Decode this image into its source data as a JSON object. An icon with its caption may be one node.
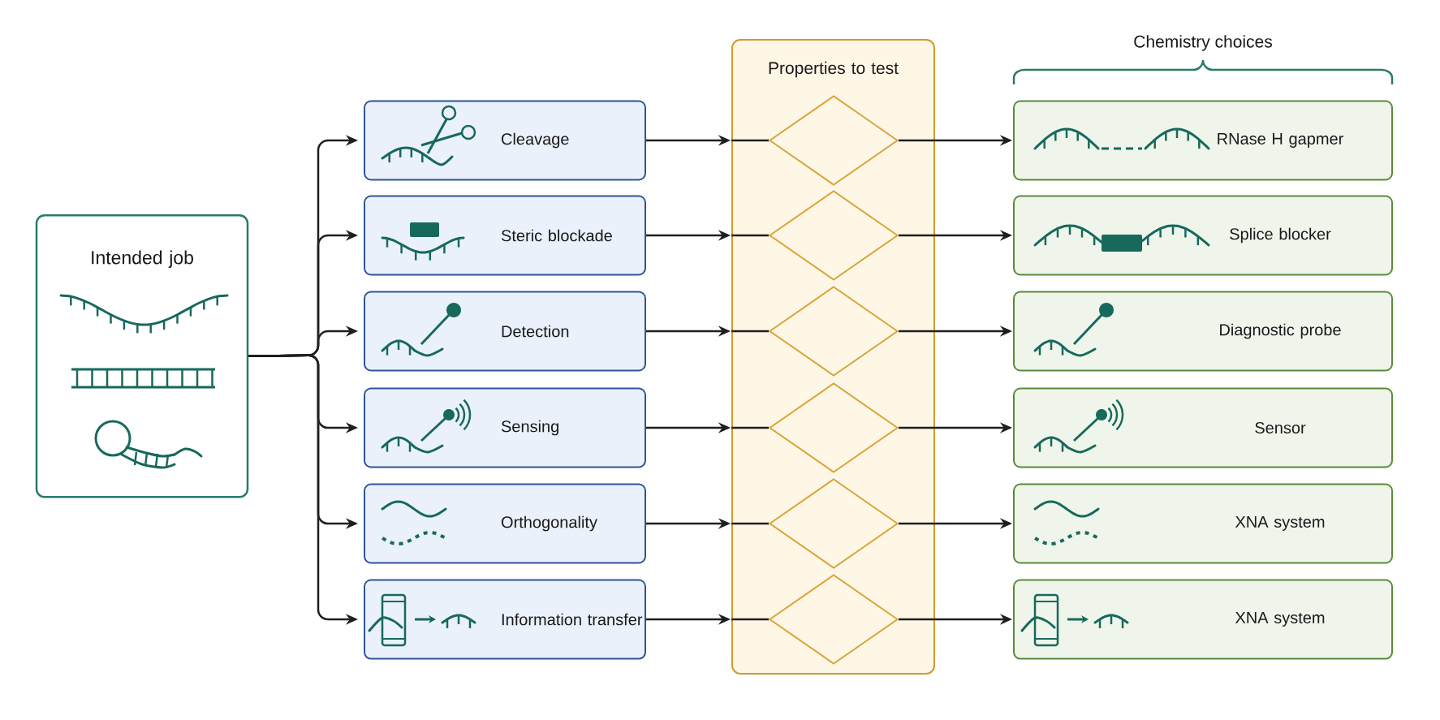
{
  "diagram": {
    "nodes": [
      {
        "text": [
          "Intended job"
        ]
      },
      {
        "text": [
          "Cleavage"
        ]
      },
      {
        "text": [
          "Steric blockade"
        ]
      },
      {
        "text": [
          "Detection"
        ]
      },
      {
        "text": [
          "Sensing"
        ]
      },
      {
        "text": [
          "Orthogonality"
        ]
      },
      {
        "text": [
          "Information transfer"
        ]
      },
      {
        "text": [
          "Properties to test"
        ]
      },
      {
        "text": [],
        "shape": "diamond",
        "in": 7
      },
      {
        "text": [],
        "shape": "diamond",
        "in": 7
      },
      {
        "text": [],
        "shape": "diamond",
        "in": 7
      },
      {
        "text": [],
        "shape": "diamond",
        "in": 7
      },
      {
        "text": [],
        "shape": "diamond",
        "in": 7
      },
      {
        "text": [],
        "shape": "diamond",
        "in": 7
      },
      {
        "text": [
          "RNase H gapmer"
        ]
      },
      {
        "text": [
          "Splice blocker"
        ]
      },
      {
        "text": [
          "Diagnostic probe"
        ]
      },
      {
        "text": [
          "Sensor"
        ]
      },
      {
        "text": [
          "XNA system"
        ]
      },
      {
        "text": [
          "XNA system"
        ]
      }
    ],
    "edges": [
      {
        "from": 0,
        "to": 1,
        "arrow": "to"
      },
      {
        "from": 0,
        "to": 2,
        "arrow": "to"
      },
      {
        "from": 0,
        "to": 3,
        "arrow": "to"
      },
      {
        "from": 0,
        "to": 4,
        "arrow": "to"
      },
      {
        "from": 0,
        "to": 5,
        "arrow": "to"
      },
      {
        "from": 0,
        "to": 6,
        "arrow": "to"
      },
      {
        "from": 1,
        "to": 7,
        "arrow": "to"
      },
      {
        "from": 2,
        "to": 7,
        "arrow": "to"
      },
      {
        "from": 3,
        "to": 7,
        "arrow": "to"
      },
      {
        "from": 4,
        "to": 7,
        "arrow": "to"
      },
      {
        "from": 5,
        "to": 7,
        "arrow": "to"
      },
      {
        "from": 6,
        "to": 7,
        "arrow": "to"
      },
      {
        "from": 7,
        "to": 8,
        "arrow": "none"
      },
      {
        "from": 7,
        "to": 9,
        "arrow": "none"
      },
      {
        "from": 7,
        "to": 10,
        "arrow": "none"
      },
      {
        "from": 7,
        "to": 11,
        "arrow": "none"
      },
      {
        "from": 7,
        "to": 12,
        "arrow": "none"
      },
      {
        "from": 7,
        "to": 13,
        "arrow": "none"
      },
      {
        "from": 8,
        "to": 14,
        "arrow": "to"
      },
      {
        "from": 9,
        "to": 15,
        "arrow": "to"
      },
      {
        "from": 10,
        "to": 16,
        "arrow": "to"
      },
      {
        "from": 11,
        "to": 17,
        "arrow": "to"
      },
      {
        "from": 12,
        "to": 18,
        "arrow": "to"
      },
      {
        "from": 13,
        "to": 19,
        "arrow": "to"
      }
    ],
    "labels": [
      "Chemistry choices"
    ]
  }
}
